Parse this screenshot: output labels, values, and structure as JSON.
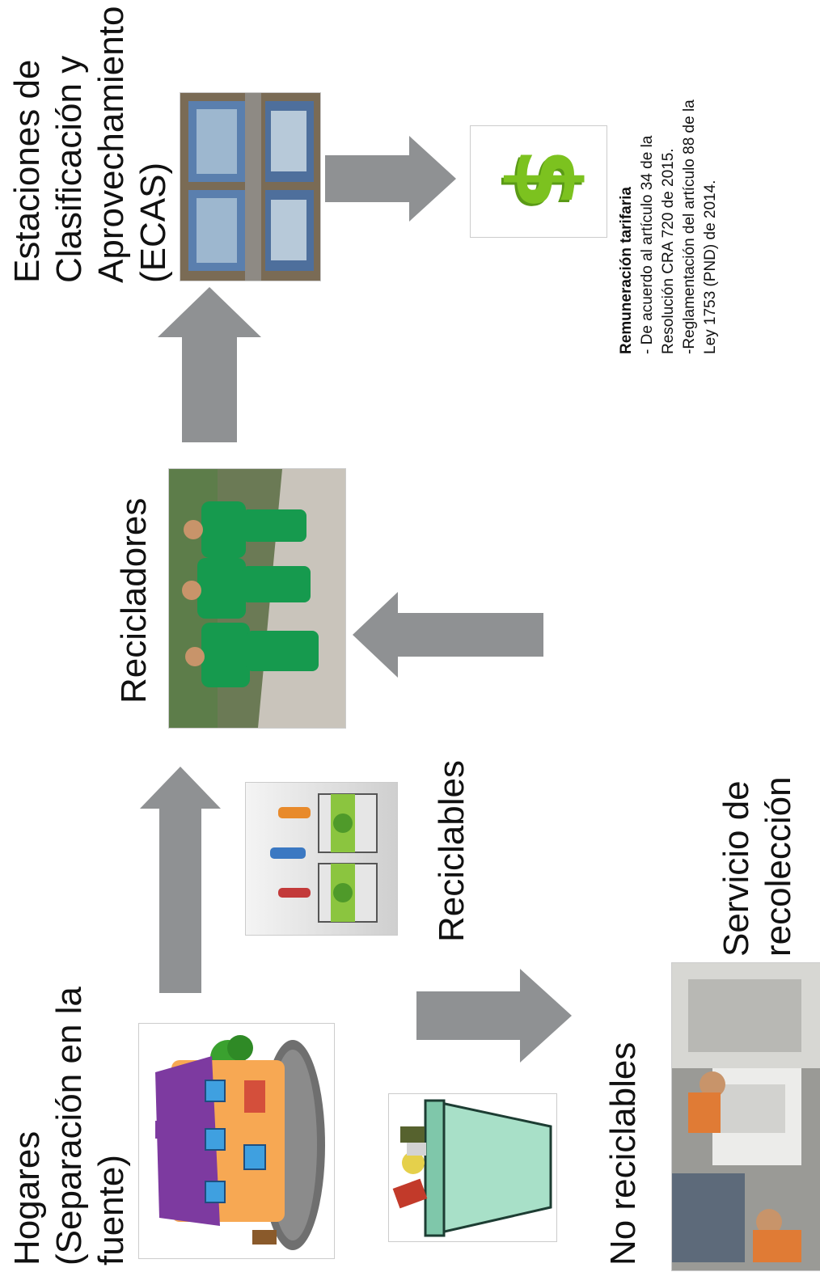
{
  "labels": {
    "hogares": [
      "Hogares",
      "(Separación en la",
      "fuente)"
    ],
    "no_reciclables": "No reciclables",
    "reciclables": "Reciclables",
    "recicladores": "Recicladores",
    "servicio": [
      "Servicio de",
      "recolección"
    ],
    "ecas": [
      "Estaciones de",
      "Clasificación y",
      "Aprovechamiento",
      "(ECAS)"
    ]
  },
  "remuneracion": {
    "title": "Remuneración tarifaria",
    "lines": [
      "- De acuerdo al artículo 34 de la",
      "Resolución CRA 720 de 2015.",
      "-Reglamentación del artículo 88 de la",
      "Ley 1753 (PND) de 2014."
    ]
  },
  "images": {
    "house": "house-illustration",
    "trash": "non-recyclable-bin-illustration",
    "recycle": "recycling-bins-illustration",
    "workers": "recyclers-photo",
    "ecas": "ecas-warehouse-photo",
    "money": "dollar-sign-icon",
    "truck": "collection-service-photo"
  },
  "colors": {
    "arrow": "#8f9193",
    "dollar": "#7cc21f",
    "uniform": "#169a4e",
    "bin": "#a8e0c8"
  }
}
